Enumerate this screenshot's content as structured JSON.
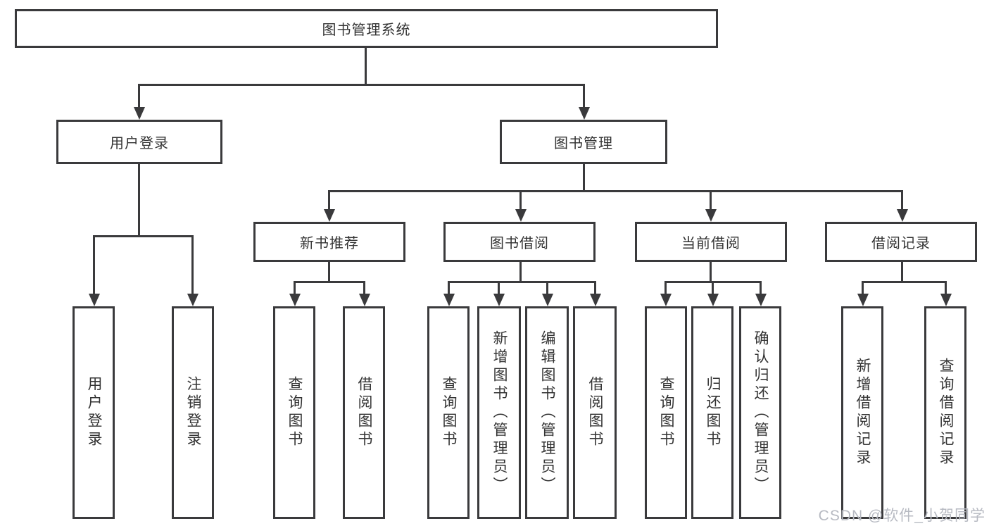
{
  "tree": {
    "root": {
      "label": "图书管理系统"
    },
    "children": [
      {
        "label": "用户登录",
        "children": [
          {
            "label": "用户登录"
          },
          {
            "label": "注销登录"
          }
        ]
      },
      {
        "label": "图书管理",
        "children": [
          {
            "label": "新书推荐",
            "children": [
              {
                "label": "查询图书"
              },
              {
                "label": "借阅图书"
              }
            ]
          },
          {
            "label": "图书借阅",
            "children": [
              {
                "label": "查询图书"
              },
              {
                "label": "新增图书（管理员）"
              },
              {
                "label": "编辑图书（管理员）"
              },
              {
                "label": "借阅图书"
              }
            ]
          },
          {
            "label": "当前借阅",
            "children": [
              {
                "label": "查询图书"
              },
              {
                "label": "归还图书"
              },
              {
                "label": "确认归还（管理员）"
              }
            ]
          },
          {
            "label": "借阅记录",
            "children": [
              {
                "label": "新增借阅记录"
              },
              {
                "label": "查询借阅记录"
              }
            ]
          }
        ]
      }
    ]
  },
  "watermark": {
    "text": "CSDN @软件_小贺同学"
  },
  "colors": {
    "line": "#3a3a3c",
    "box_border": "#3a3a3c",
    "text": "#333333",
    "watermark": "#b7bac2",
    "background": "#ffffff"
  }
}
